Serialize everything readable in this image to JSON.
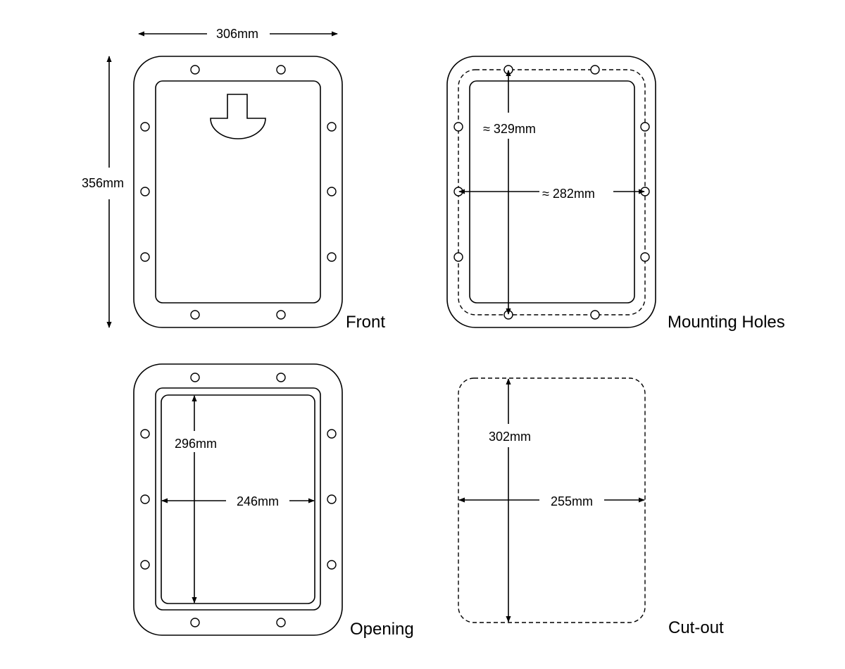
{
  "front": {
    "label": "Front",
    "width_label": "306mm",
    "height_label": "356mm"
  },
  "mounting": {
    "label": "Mounting Holes",
    "height_label": "≈ 329mm",
    "width_label": "≈ 282mm"
  },
  "opening": {
    "label": "Opening",
    "height_label": "296mm",
    "width_label": "246mm"
  },
  "cutout": {
    "label": "Cut-out",
    "height_label": "302mm",
    "width_label": "255mm"
  }
}
